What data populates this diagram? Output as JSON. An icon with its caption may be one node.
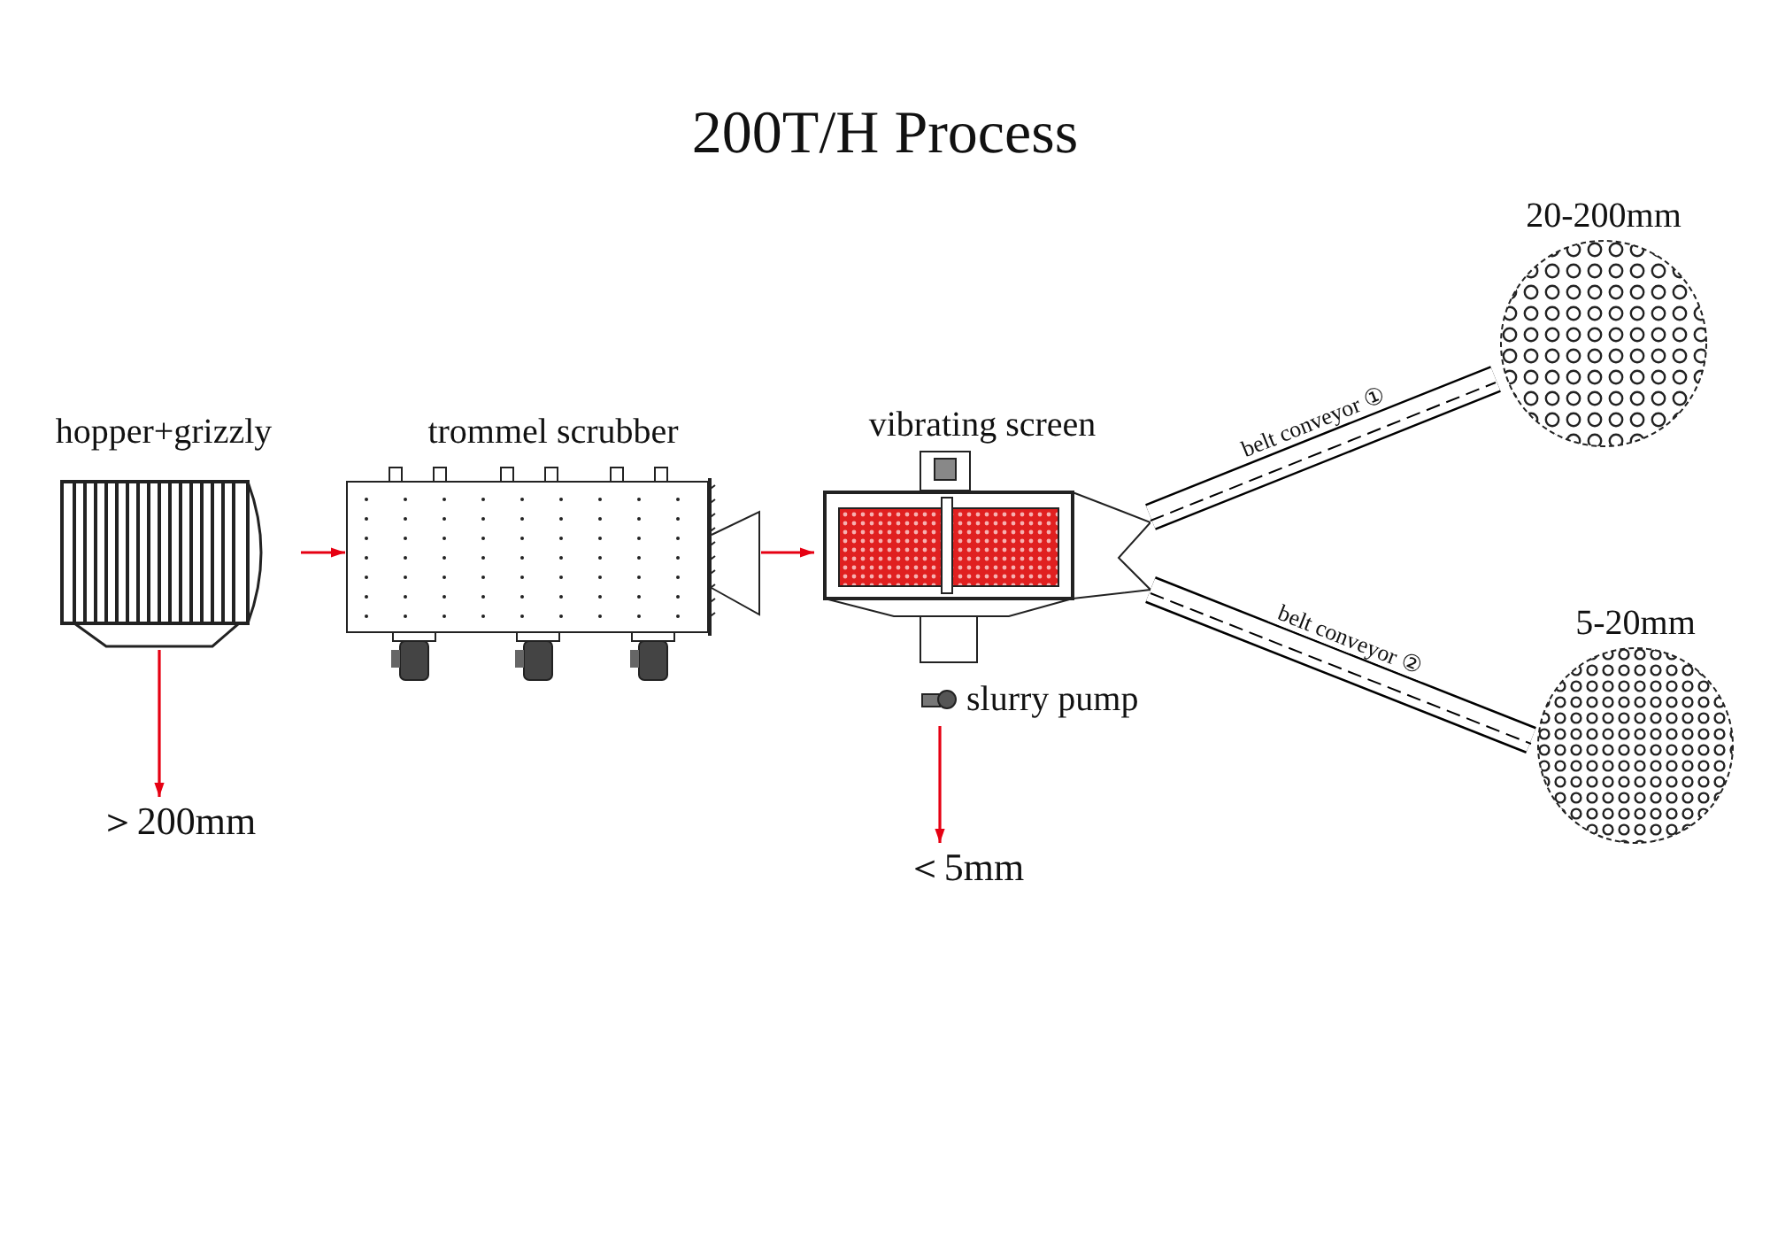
{
  "diagram": {
    "title": "200T/H Process",
    "nodes": [
      {
        "text": [
          "hopper+grizzly"
        ]
      },
      {
        "text": [
          "trommel scrubber"
        ]
      },
      {
        "text": [
          "vibrating screen"
        ]
      },
      {
        "text": [
          "＞200mm"
        ]
      },
      {
        "text": [
          "＜5mm"
        ]
      },
      {
        "text": [
          "slurry pump"
        ]
      },
      {
        "text": [
          "20-200mm"
        ]
      },
      {
        "text": [
          "5-20mm"
        ]
      }
    ],
    "edges": [
      {
        "from": 0,
        "to": 1,
        "arrow": "to"
      },
      {
        "from": 1,
        "to": 2,
        "arrow": "to"
      },
      {
        "from": 0,
        "to": 3,
        "arrow": "to"
      },
      {
        "from": 5,
        "to": 4,
        "arrow": "to"
      },
      {
        "from": 2,
        "to": 6,
        "arrow": "none",
        "label": "belt conveyor ①",
        "style": "thick",
        "color": "#000000"
      },
      {
        "from": 2,
        "to": 7,
        "arrow": "none",
        "label": "belt conveyor ②",
        "style": "thick",
        "color": "#000000"
      }
    ]
  }
}
